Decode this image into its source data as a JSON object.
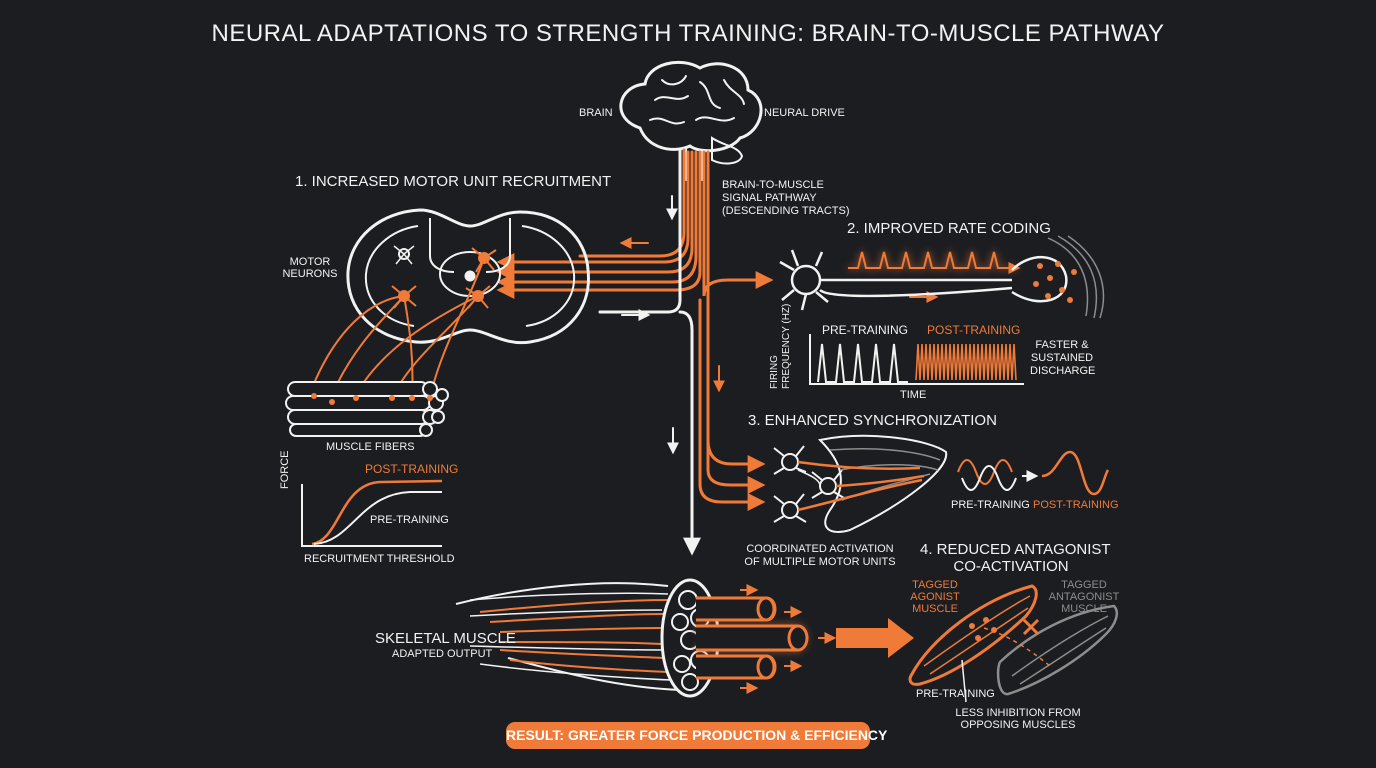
{
  "title": "NEURAL ADAPTATIONS TO STRENGTH TRAINING: BRAIN-TO-MUSCLE PATHWAY",
  "brain": {
    "label": "BRAIN",
    "drive_label": "NEURAL DRIVE"
  },
  "pathway": {
    "line1": "BRAIN-TO-MUSCLE",
    "line2": "SIGNAL PATHWAY",
    "line3": "(DESCENDING TRACTS)"
  },
  "section1": {
    "heading": "1. INCREASED MOTOR UNIT RECRUITMENT",
    "motor_neurons_1": "MOTOR",
    "motor_neurons_2": "NEURONS",
    "muscle_fibers": "MUSCLE FIBERS",
    "graph": {
      "post_label": "POST-TRAINING",
      "pre_label": "PRE-TRAINING",
      "y_label": "FORCE",
      "x_label": "RECRUITMENT THRESHOLD"
    }
  },
  "section2": {
    "heading": "2. IMPROVED RATE CODING",
    "pre_label": "PRE-TRAINING",
    "post_label": "POST-TRAINING",
    "y_label_1": "FIRING",
    "y_label_2": "FREQUENCY (Hz)",
    "x_label": "TIME",
    "note_1": "FASTER &",
    "note_2": "SUSTAINED",
    "note_3": "DISCHARGE"
  },
  "section3": {
    "heading": "3. ENHANCED SYNCHRONIZATION",
    "pre_label": "PRE-TRAINING",
    "post_label": "POST-TRAINING",
    "caption_1": "COORDINATED ACTIVATION",
    "caption_2": "OF MULTIPLE MOTOR UNITS"
  },
  "section4": {
    "heading_1": "4. REDUCED ANTAGONIST",
    "heading_2": "CO-ACTIVATION",
    "agonist_1": "TAGGED",
    "agonist_2": "AGONIST",
    "agonist_3": "MUSCLE",
    "antagonist_1": "TAGGED",
    "antagonist_2": "ANTAGONIST",
    "antagonist_3": "MUSCLE",
    "pre_label": "PRE-TRAINING",
    "note_1": "LESS INHIBITION FROM",
    "note_2": "OPPOSING MUSCLES"
  },
  "muscle": {
    "label": "SKELETAL MUSCLE",
    "sub": "ADAPTED OUTPUT"
  },
  "result": "RESULT: GREATER FORCE PRODUCTION & EFFICIENCY",
  "colors": {
    "background": "#1c1d21",
    "accent": "#f07a38",
    "line": "#f2f2f2",
    "muted": "#8d8d8d"
  }
}
